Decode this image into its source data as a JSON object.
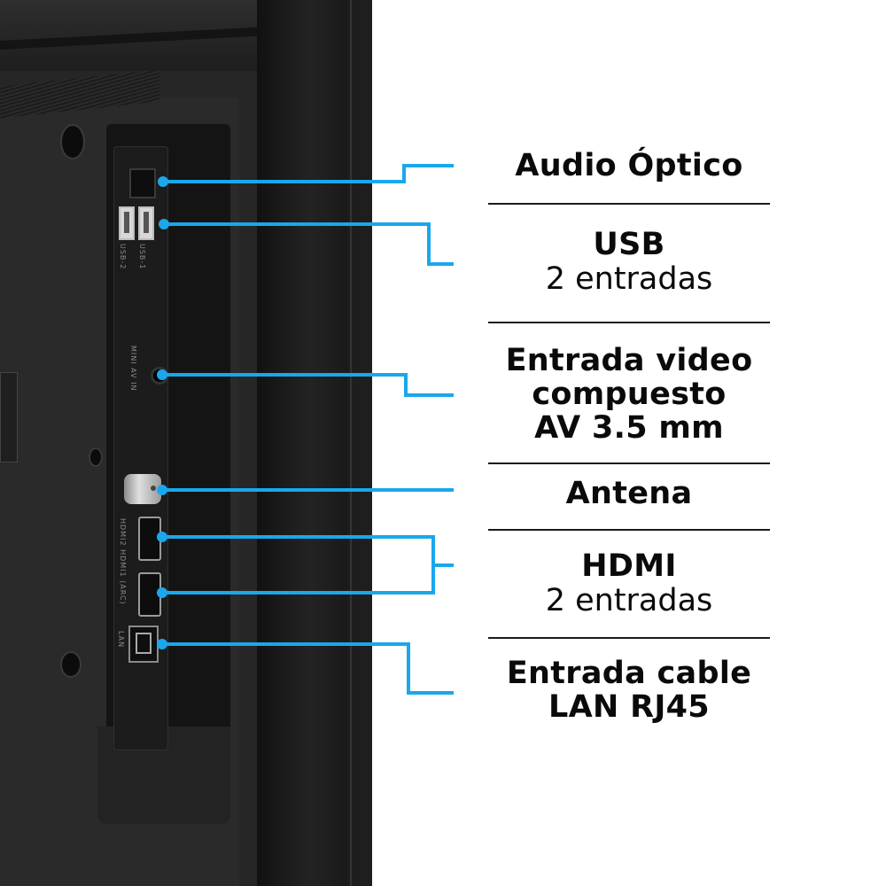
{
  "image": {
    "description": "Back of TV showing connection ports with blue callout lines to labels",
    "accent_color": "#1aa7ec",
    "text_color": "#0a0a0a",
    "divider_color": "#1a1a1a",
    "photo_bg": "#262626"
  },
  "port_silkscreen": {
    "usb1": "USB-1",
    "usb2": "USB-2",
    "av_in": "MINI AV IN",
    "hdmi_labels": "HDMI2 HDMI1 (ARC)",
    "lan": "LAN"
  },
  "labels": [
    {
      "id": "audio-optico",
      "title": "Audio Óptico",
      "subtitle": ""
    },
    {
      "id": "usb",
      "title": "USB",
      "subtitle": "2 entradas"
    },
    {
      "id": "video-compuesto",
      "title_lines": [
        "Entrada video",
        "compuesto",
        "AV 3.5 mm"
      ]
    },
    {
      "id": "antena",
      "title": "Antena",
      "subtitle": ""
    },
    {
      "id": "hdmi",
      "title": "HDMI",
      "subtitle": "2 entradas"
    },
    {
      "id": "lan",
      "title_lines": [
        "Entrada cable",
        "LAN RJ45"
      ]
    }
  ]
}
